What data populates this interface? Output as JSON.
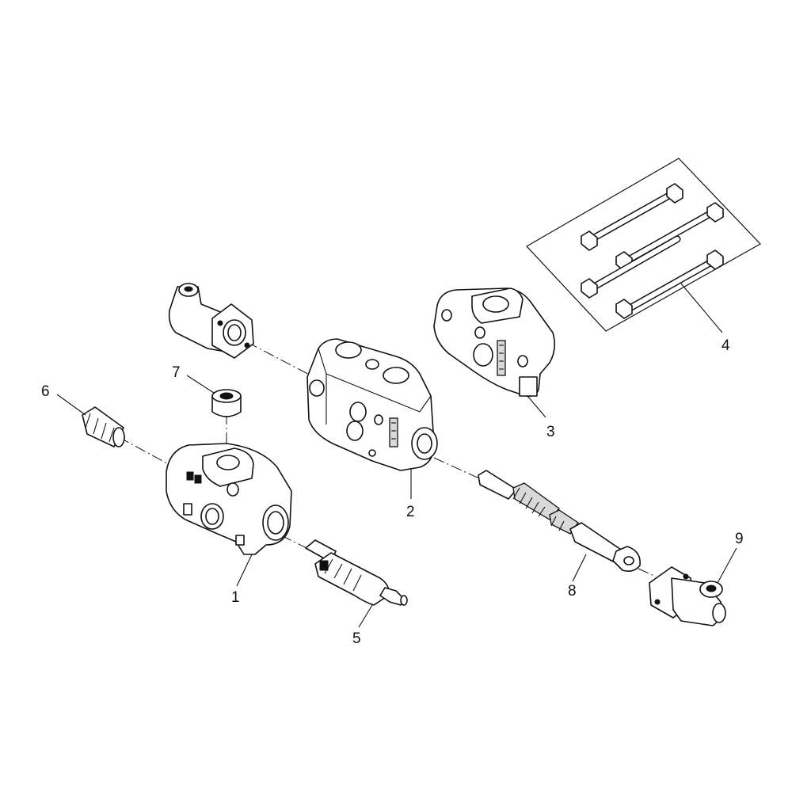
{
  "diagram": {
    "ink_color": "#111111",
    "paper_color": "#ffffff",
    "callouts": [
      {
        "id": "1",
        "label": "1"
      },
      {
        "id": "2",
        "label": "2"
      },
      {
        "id": "3",
        "label": "3"
      },
      {
        "id": "4",
        "label": "4"
      },
      {
        "id": "5",
        "label": "5"
      },
      {
        "id": "6",
        "label": "6"
      },
      {
        "id": "7",
        "label": "7"
      },
      {
        "id": "8",
        "label": "8"
      },
      {
        "id": "9",
        "label": "9"
      }
    ]
  }
}
